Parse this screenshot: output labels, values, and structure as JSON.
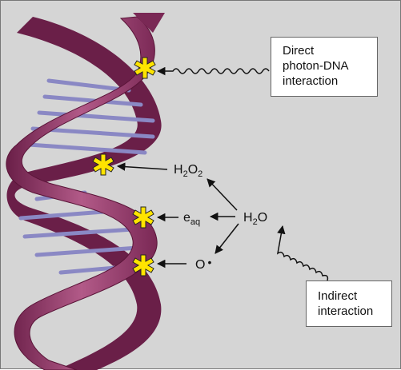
{
  "boxes": {
    "direct": {
      "line1": "Direct",
      "line2": "photon-DNA",
      "line3": "interaction"
    },
    "indirect": {
      "line1": "Indirect",
      "line2": "interaction"
    }
  },
  "species": {
    "water": {
      "base": "H",
      "sub": "2",
      "tail": "O"
    },
    "peroxide": {
      "base1": "H",
      "sub1": "2",
      "base2": "O",
      "sub2": "2"
    },
    "electron": {
      "base": "e",
      "sub": "aq"
    },
    "radical": {
      "base": "O",
      "dot": "•"
    }
  },
  "colors": {
    "background": "#d5d5d5",
    "ribbon_front": "#9a3a6a",
    "ribbon_back": "#6a1f48",
    "base_pairs": "#8a88c4",
    "damage_star": "#ffe400"
  }
}
